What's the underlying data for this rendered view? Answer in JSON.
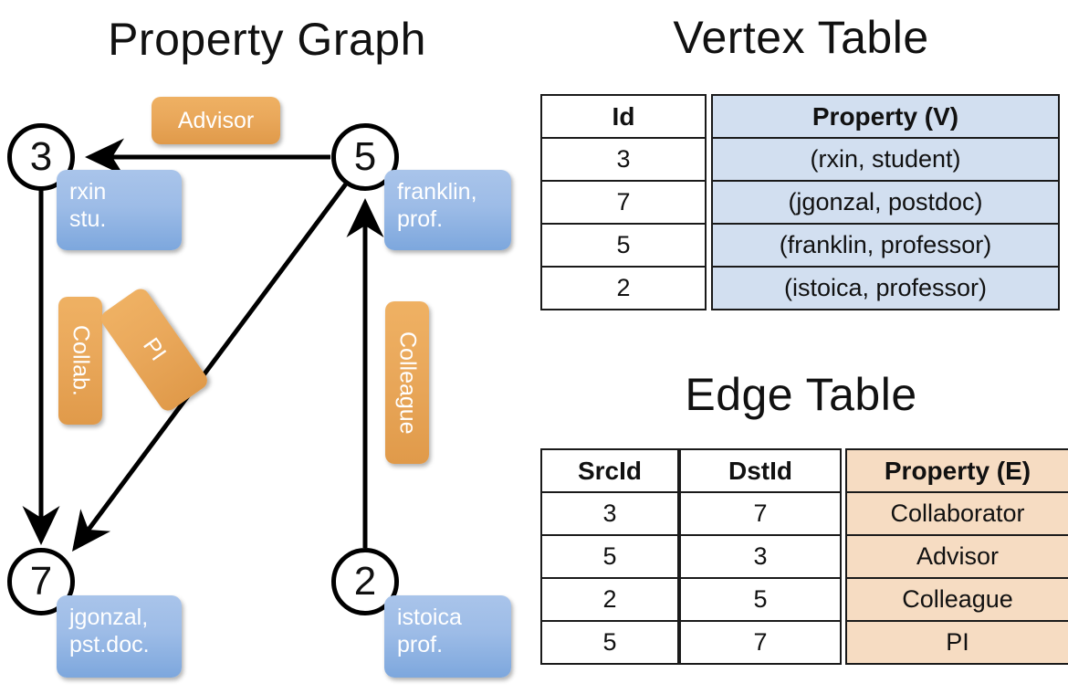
{
  "titles": {
    "property_graph": "Property Graph",
    "vertex_table": "Vertex Table",
    "edge_table": "Edge Table"
  },
  "colors": {
    "vertex_chip": "#9dbce7",
    "edge_chip": "#eaa95c",
    "vertex_table_header": "#d2dff0",
    "edge_table_header": "#f6dcc2",
    "stroke": "#000000",
    "background": "#ffffff"
  },
  "graph": {
    "nodes": [
      {
        "id": "3",
        "label": "3",
        "property": "rxin\nstu."
      },
      {
        "id": "5",
        "label": "5",
        "property": "franklin,\nprof."
      },
      {
        "id": "7",
        "label": "7",
        "property": "jgonzal,\npst.doc."
      },
      {
        "id": "2",
        "label": "2",
        "property": "istoica\nprof."
      }
    ],
    "edges": [
      {
        "src": "5",
        "dst": "3",
        "label": "Advisor"
      },
      {
        "src": "3",
        "dst": "7",
        "label": "Collab."
      },
      {
        "src": "5",
        "dst": "7",
        "label": "PI"
      },
      {
        "src": "2",
        "dst": "5",
        "label": "Colleague"
      }
    ]
  },
  "vertex_table": {
    "columns": [
      "Id",
      "Property (V)"
    ],
    "rows": [
      {
        "id": "3",
        "property": "(rxin, student)"
      },
      {
        "id": "7",
        "property": "(jgonzal, postdoc)"
      },
      {
        "id": "5",
        "property": "(franklin, professor)"
      },
      {
        "id": "2",
        "property": "(istoica, professor)"
      }
    ]
  },
  "edge_table": {
    "columns": [
      "SrcId",
      "DstId",
      "Property (E)"
    ],
    "rows": [
      {
        "src": "3",
        "dst": "7",
        "property": "Collaborator"
      },
      {
        "src": "5",
        "dst": "3",
        "property": "Advisor"
      },
      {
        "src": "2",
        "dst": "5",
        "property": "Colleague"
      },
      {
        "src": "5",
        "dst": "7",
        "property": "PI"
      }
    ]
  }
}
